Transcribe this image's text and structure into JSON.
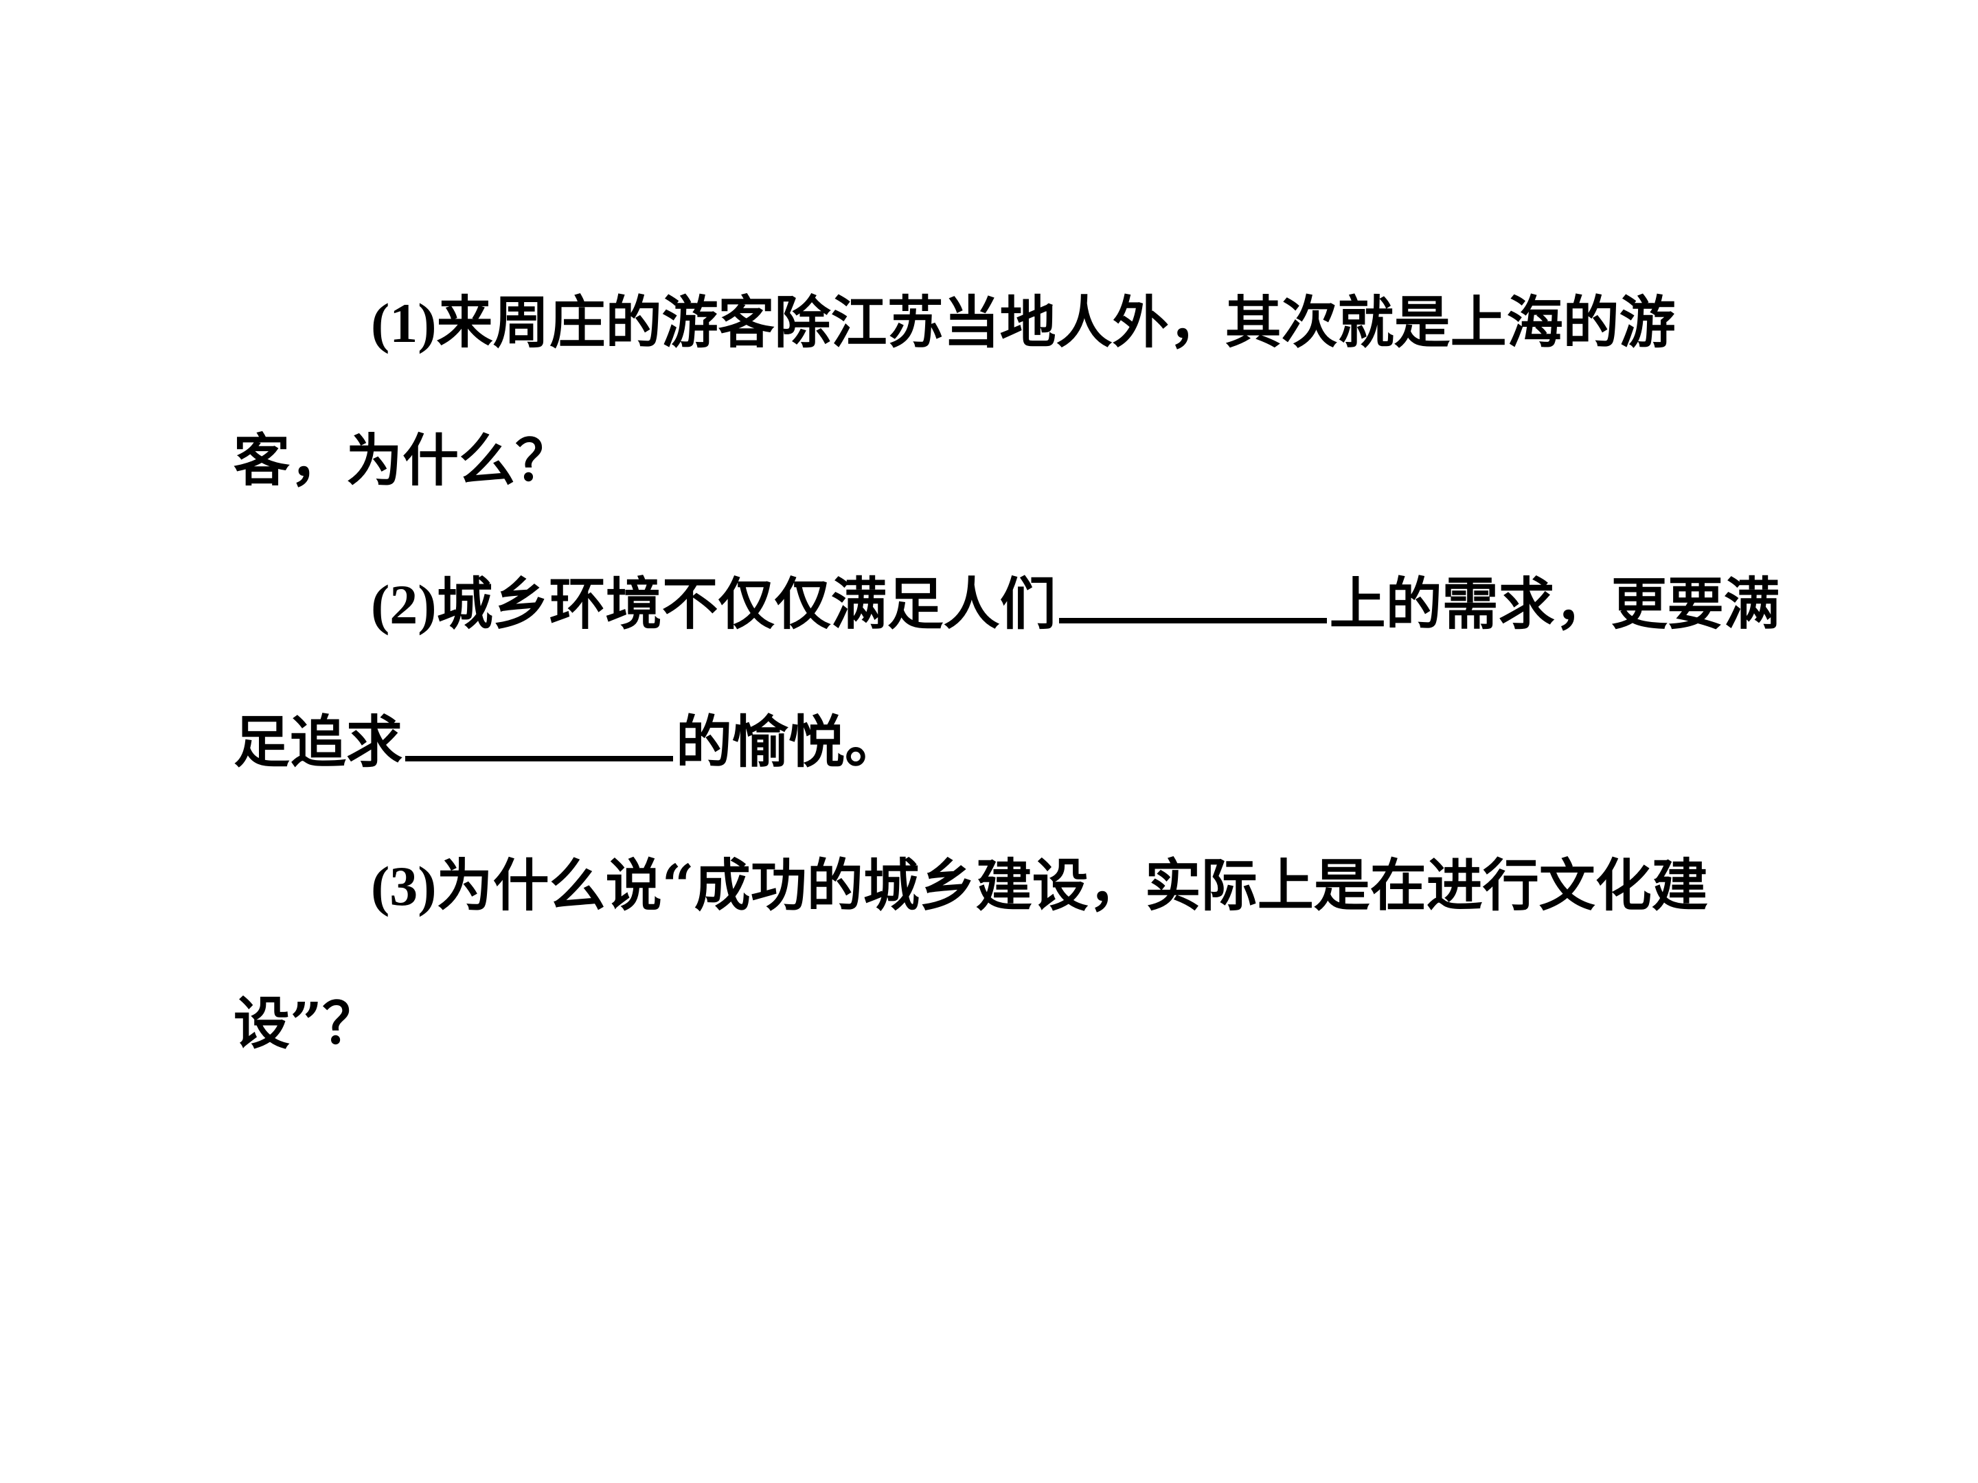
{
  "questions": [
    {
      "number": "(1)",
      "parts": [
        "来周庄的游客除江苏当地人外，其次就是上海的游客，为什么？"
      ]
    },
    {
      "number": "(2)",
      "parts": [
        "城乡环境不仅仅满足人们",
        "上的需求，更要满足追求",
        "的愉悦。"
      ]
    },
    {
      "number": "(3)",
      "parts": [
        "为什么说“成功的城乡建设，实际上是在进行文化建设”？"
      ]
    }
  ]
}
